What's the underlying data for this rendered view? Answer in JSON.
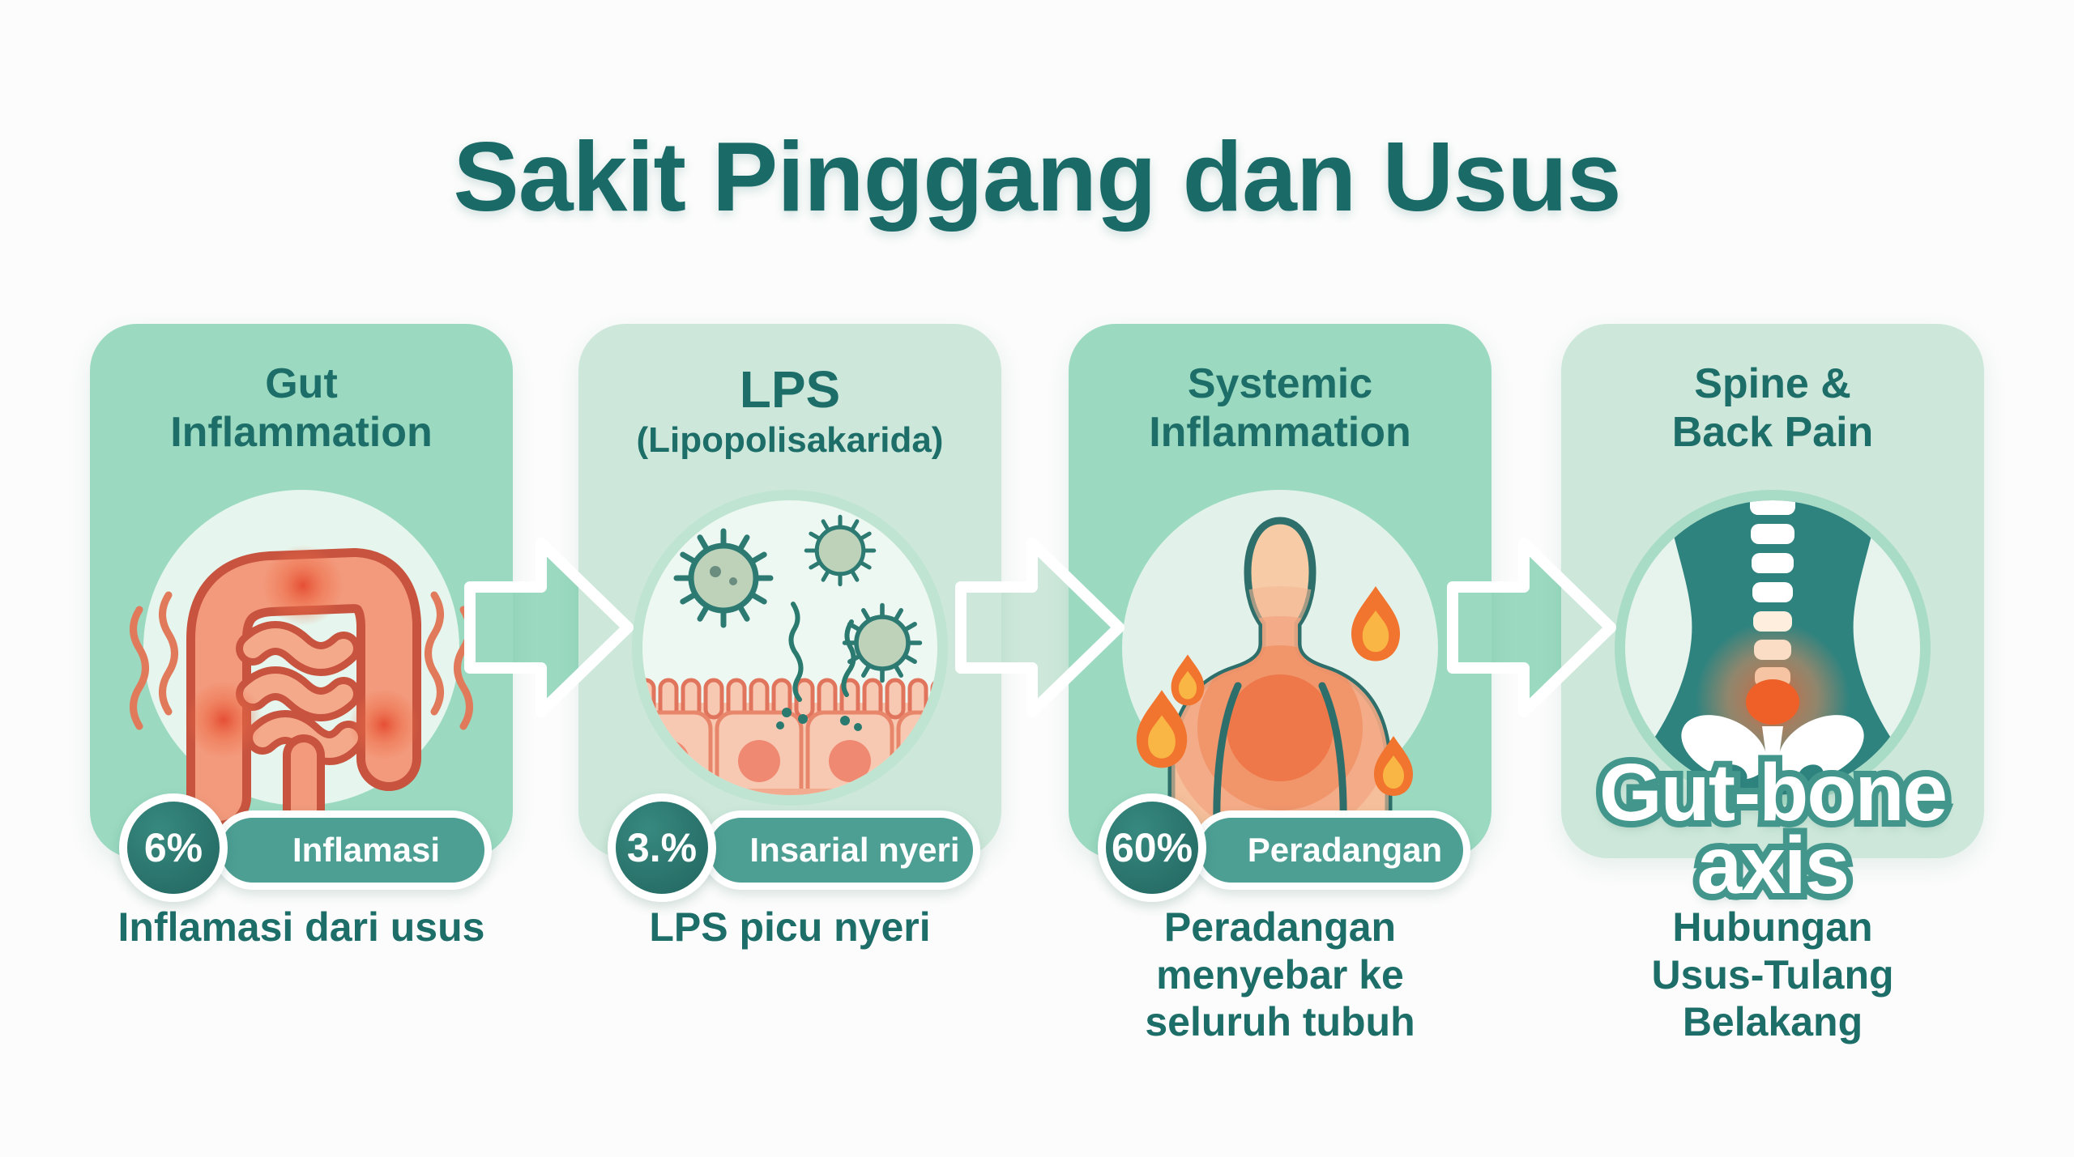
{
  "page": {
    "title": "Sakit Pinggang dan Usus"
  },
  "colors": {
    "title_teal": "#1a6b68",
    "heading_teal": "#1d6e69",
    "panel_mint_medium": "#9bdac1",
    "panel_mint_light": "#cde8da",
    "badge_circle_teal": "#2b7a72",
    "badge_pill_teal": "#4d9f94",
    "arrow_mint_medium": "#9bdac1",
    "arrow_mint_light": "#cde8da",
    "inflammation_orange": "#ee6027",
    "flame_orange": "#f1742f",
    "flame_yellow": "#f9b644",
    "gutbone_stroke_teal": "#42968b"
  },
  "panels": [
    {
      "id": "gut-inflammation",
      "heading_line1": "Gut",
      "heading_line2": "Inflammation",
      "badge_value": "6%",
      "badge_label": "Inflamasi",
      "caption_lines": [
        "Inflamasi dari usus"
      ],
      "illustration": "inflamed-intestine"
    },
    {
      "id": "lps",
      "heading_line1": "LPS",
      "heading_line2": "(Lipopolisakarida)",
      "badge_value": "3.%",
      "badge_label": "Insarial nyeri",
      "caption_lines": [
        "LPS picu nyeri"
      ],
      "illustration": "bacteria-penetrating-gut-lining"
    },
    {
      "id": "systemic-inflammation",
      "heading_line1": "Systemic",
      "heading_line2": "Inflammation",
      "badge_value": "60%",
      "badge_label": "Peradangan",
      "caption_lines": [
        "Peradangan",
        "menyebar ke",
        "seluruh tubuh"
      ],
      "illustration": "body-with-flames"
    },
    {
      "id": "spine-back-pain",
      "heading_line1": "Spine &",
      "heading_line2": "Back Pain",
      "overlay_line1": "Gut-bone",
      "overlay_line2": "axis",
      "caption_lines": [
        "Hubungan",
        "Usus-Tulang Belakang"
      ],
      "illustration": "spine-pelvis-pain"
    }
  ]
}
